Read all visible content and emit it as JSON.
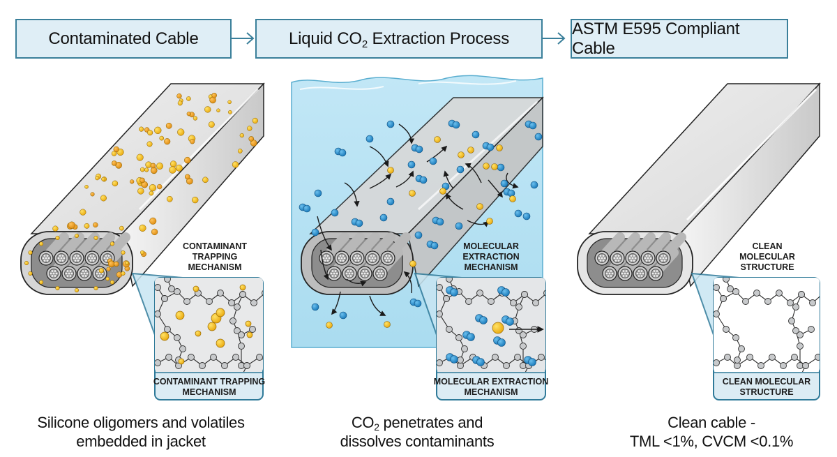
{
  "header": {
    "steps": [
      {
        "label_pre": "Contaminated Cable",
        "label_sub": "",
        "label_post": ""
      },
      {
        "label_pre": "Liquid CO",
        "label_sub": "2",
        "label_post": " Extraction Process"
      },
      {
        "label_pre": "ASTM E595 Compliant Cable",
        "label_sub": "",
        "label_post": ""
      }
    ],
    "arrow_icon": "right-arrow-icon"
  },
  "panels": [
    {
      "id": "contaminated",
      "callout_title": [
        "CONTAMINANT",
        "TRAPPING",
        "MECHANISM"
      ],
      "inset_label": [
        "CONTAMINANT TRAPPING",
        "MECHANISM"
      ],
      "caption": {
        "line1_pre": "Silicone oligomers and volatiles",
        "line1_sub": "",
        "line1_post": "",
        "line2": "embedded in jacket"
      }
    },
    {
      "id": "extraction",
      "callout_title": [
        "MOLECULAR",
        "EXTRACTION",
        "MECHANISM"
      ],
      "inset_label": [
        "MOLECULAR EXTRACTION",
        "MECHANISM"
      ],
      "caption": {
        "line1_pre": "CO",
        "line1_sub": "2",
        "line1_post": " penetrates and",
        "line2": "dissolves contaminants"
      }
    },
    {
      "id": "clean",
      "callout_title": [
        "CLEAN",
        "MOLECULAR",
        "STRUCTURE"
      ],
      "inset_label": [
        "CLEAN MOLECULAR",
        "STRUCTURE"
      ],
      "caption": {
        "line1_pre": "Clean cable -",
        "line1_sub": "",
        "line1_post": "",
        "line2": "TML <1%, CVCM <0.1%"
      }
    }
  ],
  "colors": {
    "header_fill": "#dfeef6",
    "header_border": "#3a7f9a",
    "contaminant_yellow": "#f5c518",
    "contaminant_orange": "#f0a020",
    "co2_blue": "#2a8fd0",
    "liquid_bath": "#b5e0f2",
    "polymer_node": "#c8cacc",
    "cable_jacket": "#e4e4e4"
  }
}
